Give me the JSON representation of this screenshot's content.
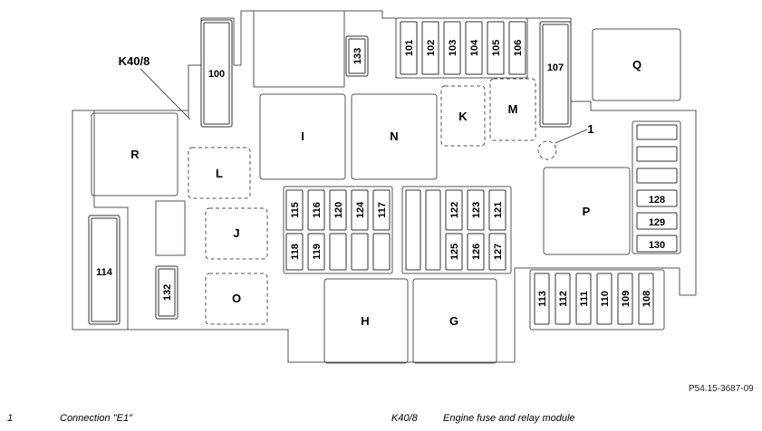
{
  "diagram": {
    "callout_module": "K40/8",
    "callout_connection": "1",
    "reference": "P54.15-3687-09"
  },
  "fuses": {
    "f100": "100",
    "f101": "101",
    "f102": "102",
    "f103": "103",
    "f104": "104",
    "f105": "105",
    "f106": "106",
    "f107": "107",
    "f108": "108",
    "f109": "109",
    "f110": "110",
    "f111": "111",
    "f112": "112",
    "f113": "113",
    "f114": "114",
    "f115": "115",
    "f116": "116",
    "f117": "117",
    "f118": "118",
    "f119": "119",
    "f120": "120",
    "f121": "121",
    "f122": "122",
    "f123": "123",
    "f124": "124",
    "f125": "125",
    "f126": "126",
    "f127": "127",
    "f128": "128",
    "f129": "129",
    "f130": "130",
    "f132": "132",
    "f133": "133"
  },
  "relays": {
    "G": "G",
    "H": "H",
    "I": "I",
    "J": "J",
    "K": "K",
    "L": "L",
    "M": "M",
    "N": "N",
    "O": "O",
    "P": "P",
    "Q": "Q",
    "R": "R"
  },
  "legend": [
    {
      "key": "1",
      "text": "Connection \"E1\""
    },
    {
      "key": "K40/8",
      "text": "Engine fuse and relay module"
    }
  ]
}
